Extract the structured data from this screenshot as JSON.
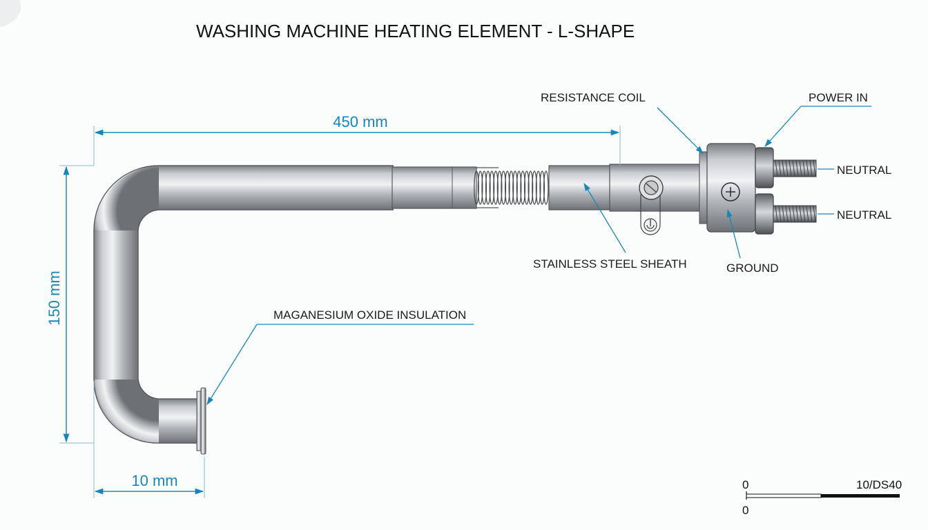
{
  "title": "WASHING MACHINE HEATING ELEMENT - L-SHAPE",
  "dimensions": {
    "length": "450 mm",
    "height": "150 mm",
    "flange": "10 mm"
  },
  "labels": {
    "resistance_coil": "RESISTANCE COIL",
    "power_in": "POWER IN",
    "neutral_top": "NEUTRAL",
    "neutral_bottom": "NEUTRAL",
    "stainless_sheath": "STAINLESS STEEL SHEATH",
    "ground": "GROUND",
    "insulation": "MAGANESIUM OXIDE INSULATION"
  },
  "scale_bar": {
    "start_label": "0",
    "end_label": "10/DS40",
    "bottom_label": "0"
  },
  "colors": {
    "dimension": "#1a86b8",
    "metal_light": "#eef0f2",
    "metal_dark": "#6f7378"
  }
}
